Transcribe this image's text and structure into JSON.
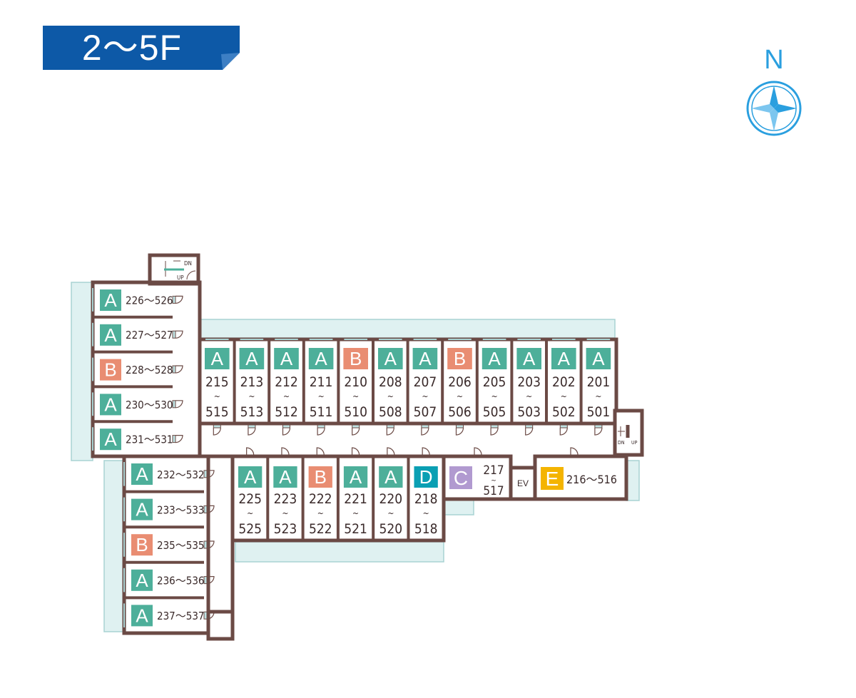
{
  "floor_label": "2～5F",
  "compass_label": "N",
  "stairs": {
    "dn": "DN",
    "up": "UP"
  },
  "elevator_label": "EV",
  "colors": {
    "A": "#4daf9a",
    "B": "#e98d72",
    "C": "#b19ad0",
    "D": "#0a9fb3",
    "E": "#f4b400",
    "wall": "#6b4a45",
    "balcony": "#bfe3e3",
    "banner": "#0d59a7",
    "compass": "#2a9fdf"
  },
  "rooms_top": [
    {
      "type": "A",
      "from": "215",
      "to": "515"
    },
    {
      "type": "A",
      "from": "213",
      "to": "513"
    },
    {
      "type": "A",
      "from": "212",
      "to": "512"
    },
    {
      "type": "A",
      "from": "211",
      "to": "511"
    },
    {
      "type": "B",
      "from": "210",
      "to": "510"
    },
    {
      "type": "A",
      "from": "208",
      "to": "508"
    },
    {
      "type": "A",
      "from": "207",
      "to": "507"
    },
    {
      "type": "B",
      "from": "206",
      "to": "506"
    },
    {
      "type": "A",
      "from": "205",
      "to": "505"
    },
    {
      "type": "A",
      "from": "203",
      "to": "503"
    },
    {
      "type": "A",
      "from": "202",
      "to": "502"
    },
    {
      "type": "A",
      "from": "201",
      "to": "501"
    }
  ],
  "rooms_middle": [
    {
      "type": "A",
      "from": "225",
      "to": "525"
    },
    {
      "type": "A",
      "from": "223",
      "to": "523"
    },
    {
      "type": "B",
      "from": "222",
      "to": "522"
    },
    {
      "type": "A",
      "from": "221",
      "to": "521"
    },
    {
      "type": "A",
      "from": "220",
      "to": "520"
    },
    {
      "type": "D",
      "from": "218",
      "to": "518"
    }
  ],
  "room_c": {
    "type": "C",
    "from": "217",
    "to": "517"
  },
  "room_e": {
    "type": "E",
    "label": "216～516"
  },
  "rooms_left_upper": [
    {
      "type": "A",
      "label": "226～526"
    },
    {
      "type": "A",
      "label": "227～527"
    },
    {
      "type": "B",
      "label": "228～528"
    },
    {
      "type": "A",
      "label": "230～530"
    },
    {
      "type": "A",
      "label": "231～531"
    }
  ],
  "rooms_left_lower": [
    {
      "type": "A",
      "label": "232～532"
    },
    {
      "type": "A",
      "label": "233～533"
    },
    {
      "type": "B",
      "label": "235～535"
    },
    {
      "type": "A",
      "label": "236～536"
    },
    {
      "type": "A",
      "label": "237～537"
    }
  ]
}
